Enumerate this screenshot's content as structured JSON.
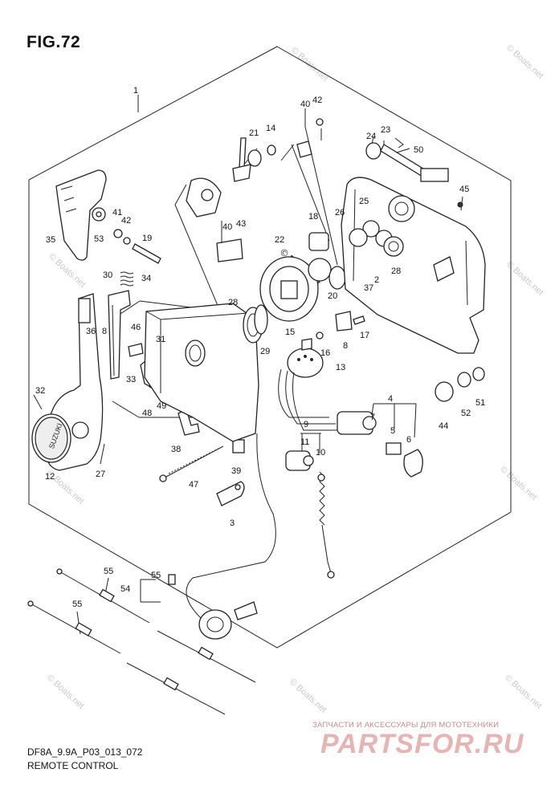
{
  "figure": {
    "title": "FIG.72",
    "code": "DF8A_9.9A_P03_013_072",
    "name": "REMOTE CONTROL"
  },
  "brand": {
    "tagline": "ЗАПЧАСТИ И АКСЕССУАРЫ ДЛЯ МОТОТЕХНИКИ",
    "logo": "PARTSFOR.RU"
  },
  "watermark": {
    "text": "© Boats.net",
    "color": "#c8c8c8"
  },
  "callouts": [
    "1",
    "2",
    "3",
    "4",
    "5",
    "6",
    "7",
    "8",
    "8",
    "9",
    "10",
    "11",
    "12",
    "13",
    "14",
    "15",
    "16",
    "17",
    "18",
    "19",
    "20",
    "21",
    "22",
    "23",
    "24",
    "25",
    "26",
    "27",
    "28",
    "28",
    "29",
    "30",
    "31",
    "32",
    "33",
    "34",
    "35",
    "36",
    "37",
    "38",
    "39",
    "40",
    "40",
    "41",
    "42",
    "42",
    "43",
    "44",
    "45",
    "46",
    "47",
    "48",
    "49",
    "50",
    "51",
    "52",
    "53",
    "54",
    "55",
    "55"
  ],
  "colors": {
    "line": "#222222",
    "brand_logo": "#e8b3b3",
    "brand_sub": "#c98989"
  }
}
